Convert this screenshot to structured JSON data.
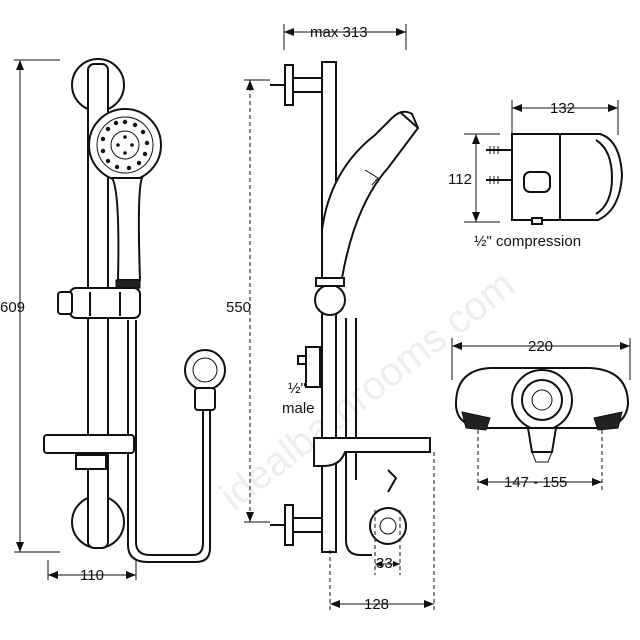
{
  "watermark": "idealbathrooms.com",
  "dimensions": {
    "height_total": "609",
    "width_bottom_left": "110",
    "rail_height": "550",
    "max_projection": "max 313",
    "bracket_projection": "128",
    "outlet_offset": "33",
    "valve_depth": "132",
    "valve_height": "112",
    "valve_width": "220",
    "inlet_centres": "147 - 155"
  },
  "labels": {
    "inlet_size": "½\"",
    "inlet_type": "male",
    "compression": "½\" compression"
  }
}
